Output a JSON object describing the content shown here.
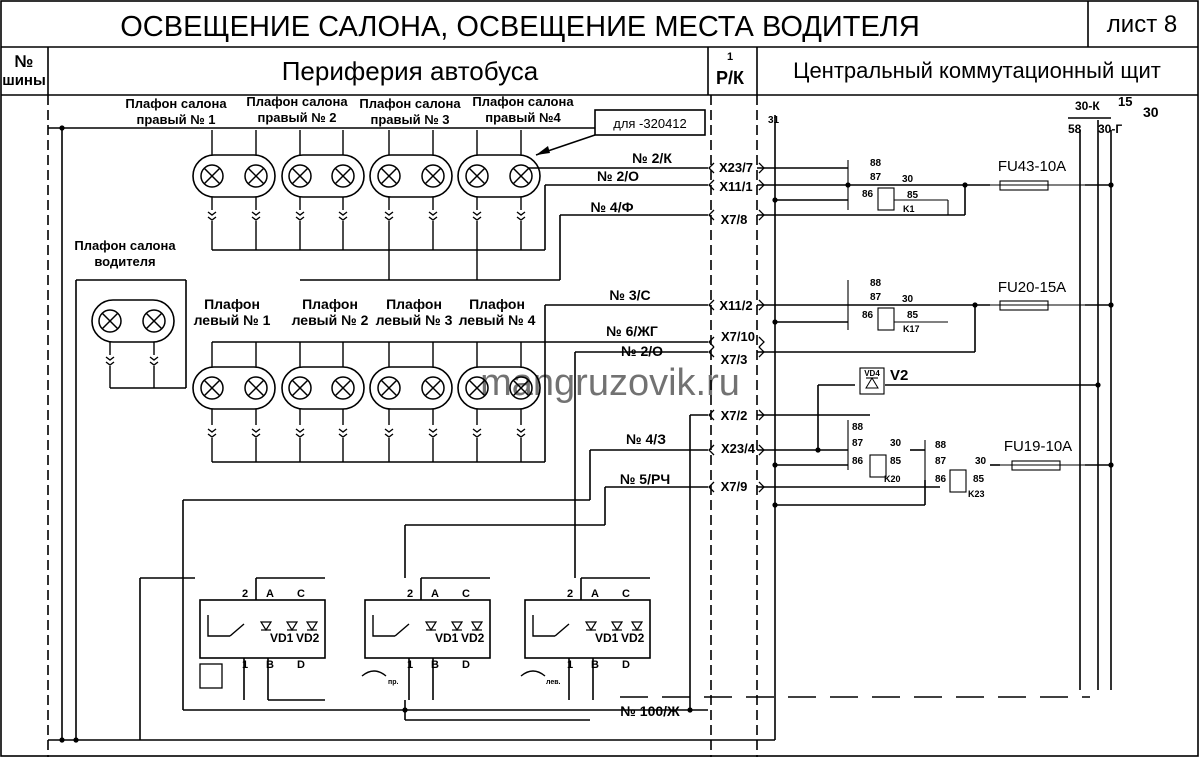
{
  "header": {
    "title": "ОСВЕЩЕНИЕ САЛОНА, ОСВЕЩЕНИЕ МЕСТА ВОДИТЕЛЯ",
    "sheet": "лист 8",
    "bus_no_line1": "№",
    "bus_no_line2": "шины",
    "periphery": "Периферия автобуса",
    "rk_sup": "1",
    "rk": "Р/К",
    "central": "Центральный коммутационный щит"
  },
  "watermark": "mangruzovik.ru",
  "bus_labels": [
    "31",
    "58",
    "30-К",
    "30-Г",
    "15",
    "30"
  ],
  "lamps": {
    "right": [
      "Плафон салона\nправый № 1",
      "Плафон салона\nправый № 2",
      "Плафон салона\nправый № 3",
      "Плафон салона\nправый №4"
    ],
    "driver": "Плафон салона\nводителя",
    "left": [
      "Плафон\nлевый № 1",
      "Плафон\nлевый № 2",
      "Плафон\nлевый № 3",
      "Плафон\nлевый № 4"
    ],
    "note": "для -320412"
  },
  "wires": [
    "№ 2/К",
    "№ 2/О",
    "№ 4/Ф",
    "№ 3/С",
    "№ 6/ЖГ",
    "№ 2/О",
    "№ 4/З",
    "№ 5/РЧ",
    "№ 100/Ж"
  ],
  "connectors": [
    "X23/7",
    "X11/1",
    "X7/8",
    "X11/2",
    "X7/10",
    "X7/3",
    "X7/2",
    "X23/4",
    "X7/9"
  ],
  "fuses": [
    "FU43-10A",
    "FU20-15A",
    "FU19-10A"
  ],
  "relays": {
    "pins": [
      "88",
      "87",
      "86",
      "30",
      "85"
    ],
    "names": [
      "K1",
      "K17",
      "K20",
      "K23"
    ]
  },
  "diode": {
    "box": "VD4",
    "label": "V2"
  },
  "switch_pins": [
    "2",
    "A",
    "C",
    "1",
    "B",
    "D"
  ],
  "switch_leds": [
    "VD1",
    "VD2"
  ],
  "switch_icons": [
    "пр.",
    "лев."
  ]
}
